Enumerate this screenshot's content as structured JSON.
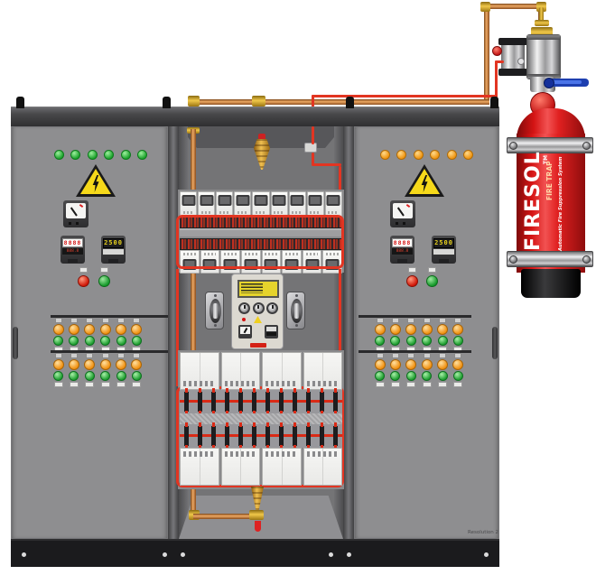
{
  "cylinder": {
    "brand": "FIRESOL",
    "trademark": "TM",
    "product_line": "FIRE TRAP",
    "tagline": "Automatic Fire Suppression System",
    "body_color": "#d81717",
    "valve_handle_color": "#1d3fb0"
  },
  "left_panel": {
    "status_led_count": 6,
    "status_led_color": "#1da32d",
    "multimeter_display": "8888",
    "multimeter_subdisplay": "888.8",
    "energy_meter_display": "2500"
  },
  "right_panel": {
    "status_led_count": 6,
    "status_led_color": "#ef9410",
    "multimeter_display": "8888",
    "multimeter_subdisplay": "888.8",
    "energy_meter_display": "2500"
  },
  "indicator_columns": {
    "per_row": 6,
    "rows_per_door": 2,
    "upper_lamp_color": "#f09010",
    "lower_lamp_color": "#1f9e30"
  },
  "interior": {
    "breakers_top_row": 9,
    "breakers_bottom_row": 8,
    "power_modules_per_row": 4,
    "terminal_blocks_per_strip": 12,
    "knob_count": 3
  },
  "base": {
    "screw_count": 6
  },
  "piping": {
    "suppression_tube_color": "#e23522",
    "copper_pipe_color": "#c97f3d",
    "warning_yellow": "#f6d91a"
  },
  "watermark": "Resolution 2"
}
